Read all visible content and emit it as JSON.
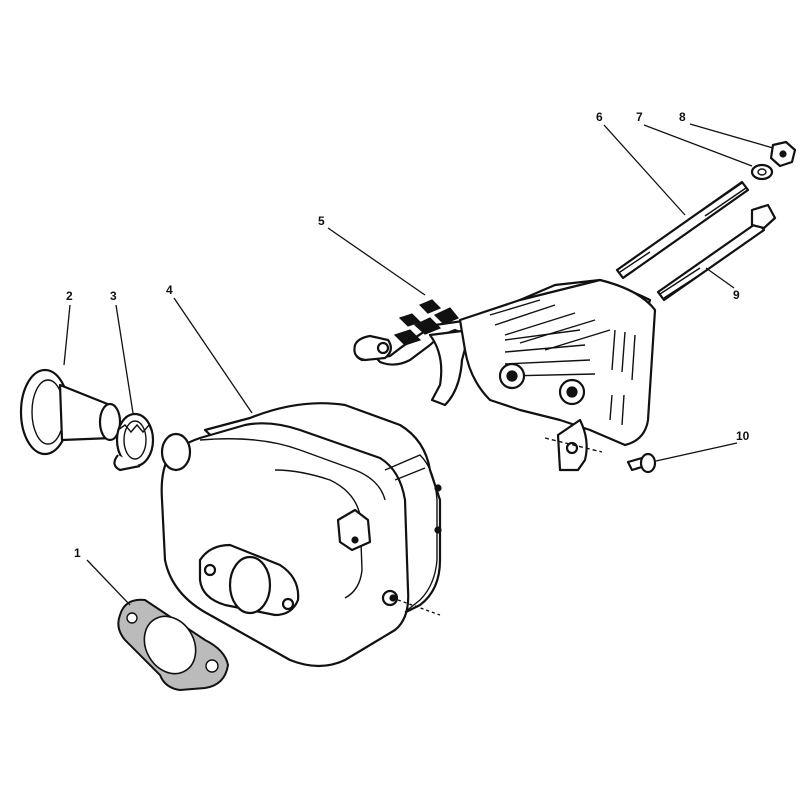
{
  "callouts": [
    {
      "id": "1",
      "text": "1"
    },
    {
      "id": "2",
      "text": "2"
    },
    {
      "id": "3",
      "text": "3"
    },
    {
      "id": "4",
      "text": "4"
    },
    {
      "id": "5",
      "text": "5"
    },
    {
      "id": "6",
      "text": "6"
    },
    {
      "id": "7",
      "text": "7"
    },
    {
      "id": "8",
      "text": "8"
    },
    {
      "id": "9",
      "text": "9"
    },
    {
      "id": "10",
      "text": "10"
    }
  ],
  "colors": {
    "ink": "#111111",
    "paper": "#ffffff"
  }
}
